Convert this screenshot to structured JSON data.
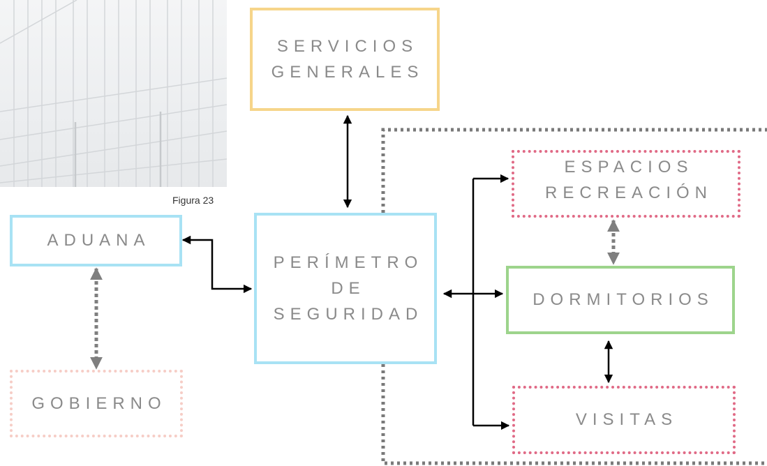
{
  "figure_caption": "Figura 23",
  "nodes": {
    "servicios_generales": {
      "line1": "SERVICIOS",
      "line2": "GENERALES",
      "border_color": "#f6d58a"
    },
    "perimetro_seguridad": {
      "line1": "PERÍMETRO",
      "line2": "DE",
      "line3": "SEGURIDAD",
      "border_color": "#a8e2f4"
    },
    "aduana": {
      "line1": "ADUANA",
      "border_color": "#a8e2f4"
    },
    "gobierno": {
      "line1": "GOBIERNO",
      "border_color": "#f6cdc6"
    },
    "espacios_recreacion": {
      "line1": "ESPACIOS",
      "line2": "RECREACIÓN",
      "border_color": "#e06a86"
    },
    "dormitorios": {
      "line1": "DORMITORIOS",
      "border_color": "#9dd48c"
    },
    "visitas": {
      "line1": "VISITAS",
      "border_color": "#e06a86"
    }
  },
  "edges": [
    {
      "from": "servicios_generales",
      "to": "perimetro_seguridad",
      "style": "solid",
      "direction": "both"
    },
    {
      "from": "aduana",
      "to": "perimetro_seguridad",
      "style": "solid",
      "direction": "both"
    },
    {
      "from": "aduana",
      "to": "gobierno",
      "style": "dotted",
      "direction": "both"
    },
    {
      "from": "perimetro_seguridad",
      "to": "espacios_recreacion",
      "style": "solid",
      "direction": "both"
    },
    {
      "from": "perimetro_seguridad",
      "to": "dormitorios",
      "style": "solid",
      "direction": "both"
    },
    {
      "from": "perimetro_seguridad",
      "to": "visitas",
      "style": "solid",
      "direction": "both"
    },
    {
      "from": "espacios_recreacion",
      "to": "dormitorios",
      "style": "dotted",
      "direction": "both"
    },
    {
      "from": "dormitorios",
      "to": "visitas",
      "style": "solid",
      "direction": "both"
    }
  ],
  "group": {
    "style": "dotted",
    "color": "#7a7a7a"
  },
  "colors": {
    "arrow_solid": "#000000",
    "arrow_dotted": "#7f7f7f",
    "text": "#8a8a8a"
  }
}
